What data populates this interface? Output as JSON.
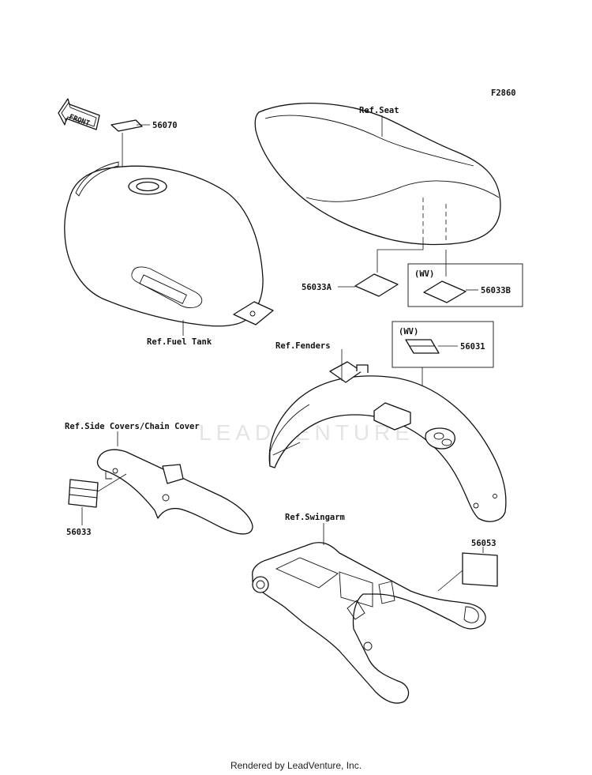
{
  "figure_code": "F2860",
  "front_arrow_text": "FRONT",
  "watermark": "LEADVENTURE",
  "labels": {
    "ref_seat": "Ref.Seat",
    "ref_fuel_tank": "Ref.Fuel Tank",
    "ref_fenders": "Ref.Fenders",
    "ref_side_covers": "Ref.Side Covers/Chain Cover",
    "ref_swingarm": "Ref.Swingarm"
  },
  "parts": {
    "p56070": "56070",
    "p56033A": "56033A",
    "p56033B": "56033B",
    "p56031": "56031",
    "p56033": "56033",
    "p56053": "56053"
  },
  "variant_tags": {
    "seat_wv": "(WV)",
    "fender_wv": "(WV)"
  },
  "footer": "Rendered by LeadVenture, Inc.",
  "colors": {
    "line": "#111111",
    "background": "#ffffff",
    "watermark": "#e4e4e4"
  }
}
